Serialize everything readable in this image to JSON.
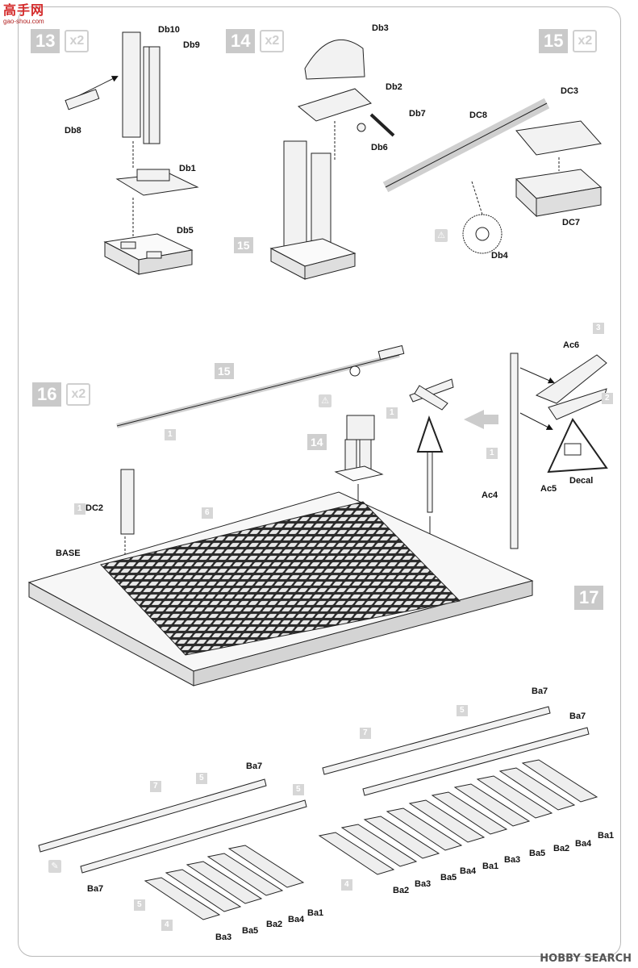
{
  "watermark": {
    "logo": "高手网",
    "url": "gao-shou.com"
  },
  "steps": {
    "s13": {
      "num": "13",
      "mult": "x2"
    },
    "s14": {
      "num": "14",
      "mult": "x2"
    },
    "s15": {
      "num": "15",
      "mult": "x2"
    },
    "s16": {
      "num": "16",
      "mult": "x2"
    },
    "s17": {
      "num": "17"
    }
  },
  "labels": {
    "db10": "Db10",
    "db9": "Db9",
    "db8": "Db8",
    "db1": "Db1",
    "db5": "Db5",
    "db3": "Db3",
    "db2": "Db2",
    "db7": "Db7",
    "db6": "Db6",
    "dc8": "DC8",
    "dc3": "DC3",
    "dc7": "DC7",
    "db4": "Db4",
    "ac6": "Ac6",
    "ac4": "Ac4",
    "ac5": "Ac5",
    "decal": "Decal",
    "dc2": "DC2",
    "base": "BASE",
    "ba7_a": "Ba7",
    "ba7_b": "Ba7",
    "ba7_c": "Ba7",
    "ba7_d": "Ba7",
    "ba1_a": "Ba1",
    "ba4_a": "Ba4",
    "ba2_a": "Ba2",
    "ba5_a": "Ba5",
    "ba3_a": "Ba3",
    "ba1_b": "Ba1",
    "ba4_b": "Ba4",
    "ba2_b": "Ba2",
    "ba5_b": "Ba5",
    "ba3_b": "Ba3",
    "ba1_c": "Ba1",
    "ba2_c": "Ba2",
    "ba3_c": "Ba3",
    "ba4_c": "Ba4",
    "ba5_c": "Ba5"
  },
  "sprue_tags": {
    "t15a": "15",
    "t15b": "15",
    "t14": "14",
    "t1a": "1",
    "t1b": "1",
    "t1c": "1",
    "t1d": "1",
    "t6": "6",
    "t3": "3",
    "t2": "2",
    "t7a": "7",
    "t5a": "5",
    "t5b": "5",
    "t7b": "7",
    "t5c": "5",
    "t4a": "4",
    "t4b": "4",
    "t5d": "5"
  },
  "footer": {
    "brand": "HOBBY SEARCH"
  }
}
